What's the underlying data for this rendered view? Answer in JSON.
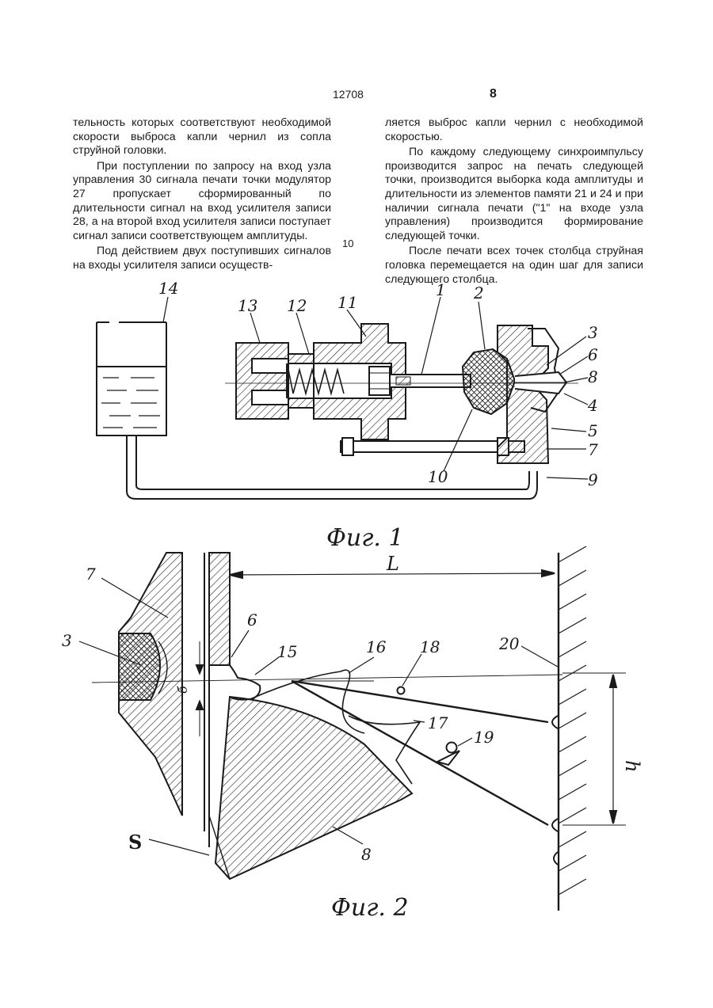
{
  "header": {
    "patent_number": "12708",
    "page_number": "8"
  },
  "left_column": [
    "тельность которых соответствуют необходимой скорости выброса капли чернил из сопла струйной головки.",
    "При поступлении по запросу на вход узла управления 30 сигнала печати точки модулятор 27 пропускает сформированный по длительности сигнал на вход усилителя записи 28, а на второй вход усилителя записи поступает сигнал записи соответствующем амплитуды.",
    "Под действием двух поступивших сигналов на входы усилителя записи осуществ-"
  ],
  "right_column": [
    "ляется выброс капли чернил с необходимой скоростью.",
    "По каждому следующему синхроимпульсу производится запрос на печать следующей точки, производится выборка кода амплитуды и длительности из элементов памяти 21 и 24 и при наличии сигнала печати (\"1\" на входе узла управления) производится формирование следующей точки.",
    "После печати всех точек столбца струйная головка перемещается на один шаг для записи следующего столбца."
  ],
  "line_number": "10",
  "figure1": {
    "caption": "Фиг. 1",
    "labels": [
      "14",
      "13",
      "12",
      "11",
      "1",
      "2",
      "3",
      "6",
      "8",
      "4",
      "5",
      "7",
      "10",
      "9"
    ]
  },
  "figure2": {
    "caption": "Фиг. 2",
    "labels": [
      "7",
      "3",
      "6",
      "15",
      "16",
      "18",
      "20",
      "17",
      "19",
      "8",
      "S",
      "L",
      "h",
      "б"
    ]
  }
}
